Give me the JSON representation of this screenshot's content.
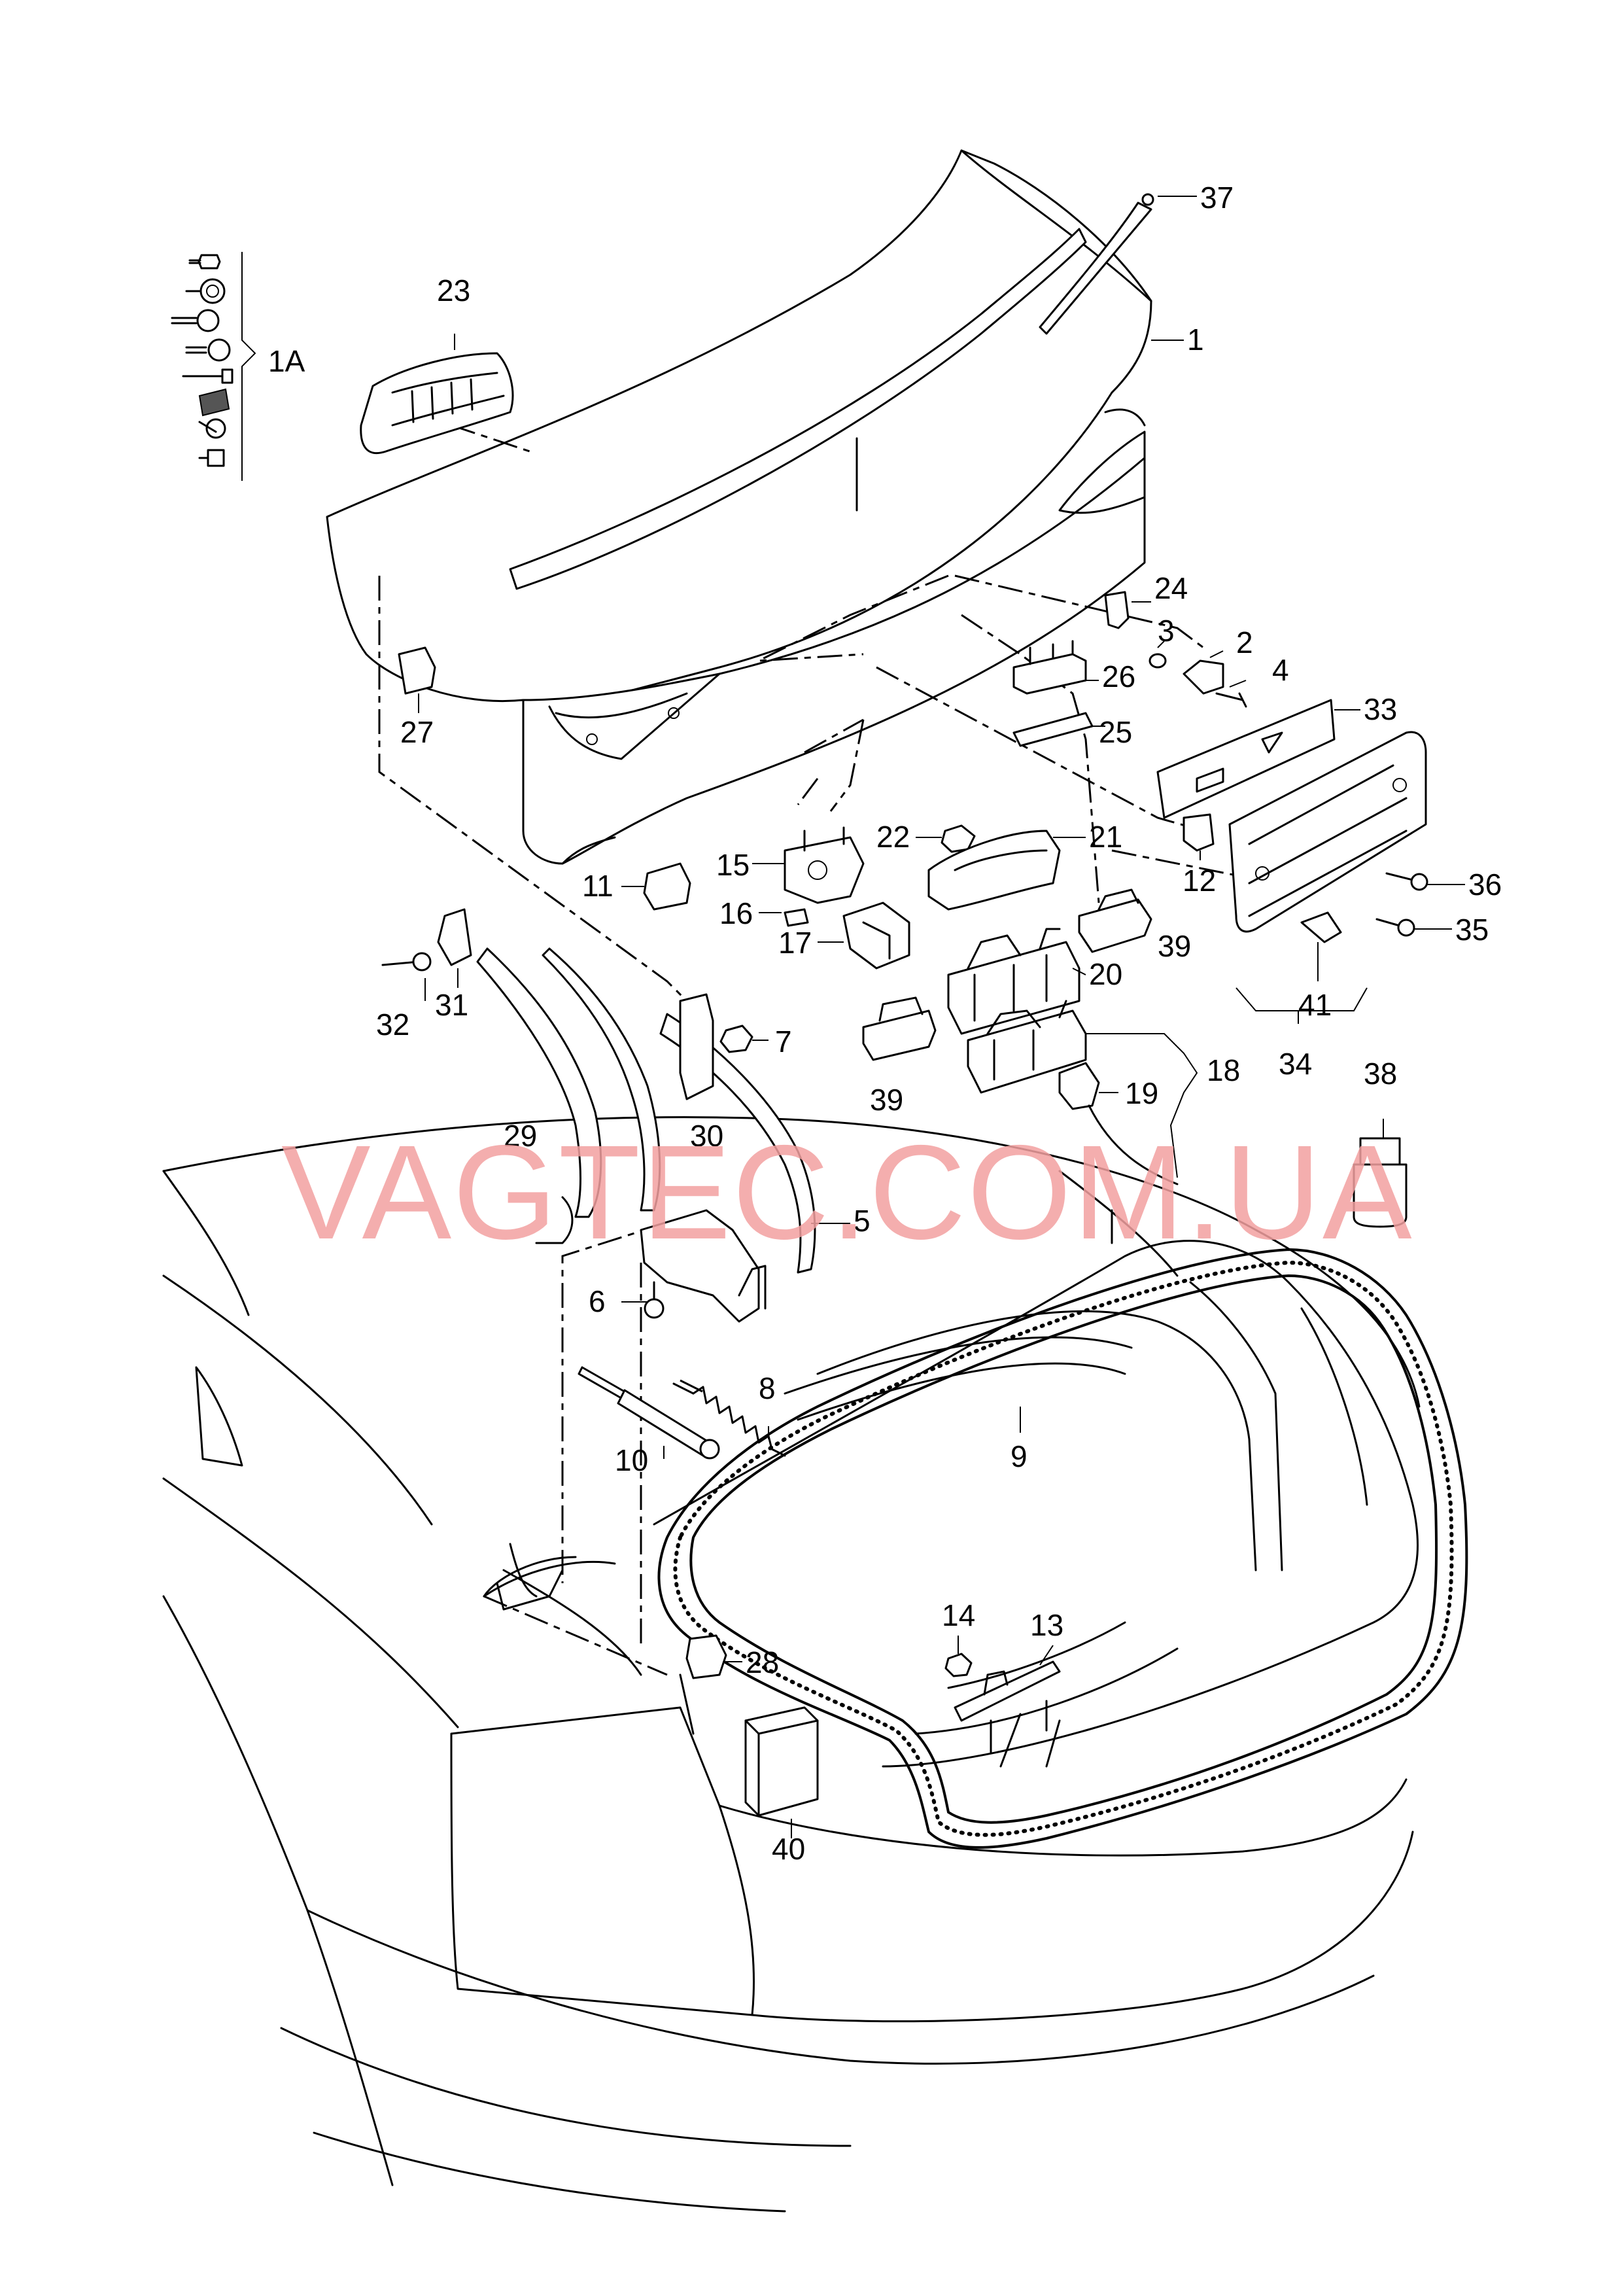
{
  "watermark": "VAGTEC.COM.UA",
  "labels": {
    "p1": "1",
    "p1a": "1A",
    "p2": "2",
    "p3": "3",
    "p4": "4",
    "p5": "5",
    "p6": "6",
    "p7": "7",
    "p8": "8",
    "p9": "9",
    "p10": "10",
    "p11": "11",
    "p12": "12",
    "p13": "13",
    "p14": "14",
    "p15": "15",
    "p16": "16",
    "p17": "17",
    "p18": "18",
    "p19": "19",
    "p20": "20",
    "p21": "21",
    "p22": "22",
    "p23": "23",
    "p24": "24",
    "p25": "25",
    "p26": "26",
    "p27": "27",
    "p28": "28",
    "p29": "29",
    "p30": "30",
    "p31": "31",
    "p32": "32",
    "p33": "33",
    "p34": "34",
    "p35": "35",
    "p36": "36",
    "p37": "37",
    "p38": "38",
    "p39a": "39",
    "p39b": "39",
    "p40": "40",
    "p41": "41"
  }
}
